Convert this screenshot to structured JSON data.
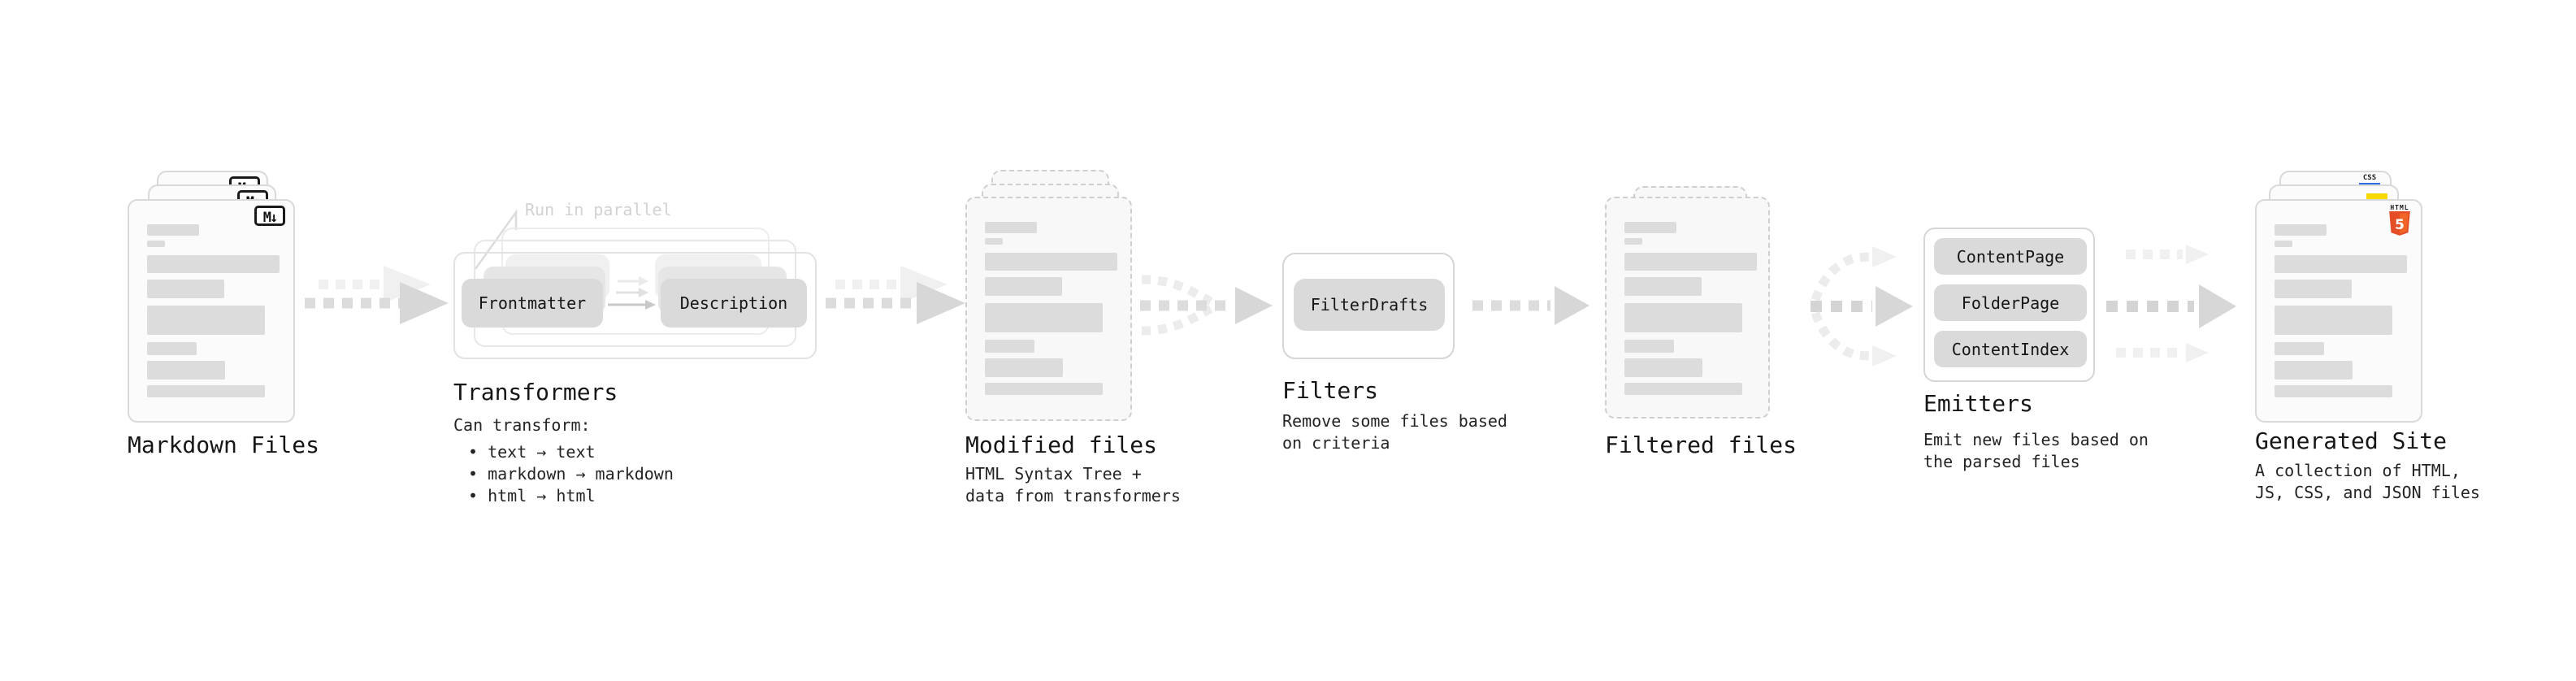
{
  "pipeline": {
    "markdown_files": {
      "heading": "Markdown Files",
      "badge": "M↓"
    },
    "transformers": {
      "heading": "Transformers",
      "annotation": "Run in parallel",
      "node_left": "Frontmatter",
      "node_right": "Description",
      "desc_title": "Can transform:",
      "bullets": [
        "• text → text",
        "• markdown → markdown",
        "• html → html"
      ]
    },
    "modified_files": {
      "heading": "Modified files",
      "desc": [
        "HTML Syntax Tree +",
        "data from transformers"
      ]
    },
    "filters": {
      "heading": "Filters",
      "node": "FilterDrafts",
      "desc": [
        "Remove some files based",
        "on criteria"
      ]
    },
    "filtered_files": {
      "heading": "Filtered files"
    },
    "emitters": {
      "heading": "Emitters",
      "nodes": [
        "ContentPage",
        "FolderPage",
        "ContentIndex"
      ],
      "desc": [
        "Emit new files based on",
        "the parsed files"
      ]
    },
    "generated_site": {
      "heading": "Generated Site",
      "desc": [
        "A collection of HTML,",
        "JS, CSS, and JSON files"
      ],
      "css_label": "CSS",
      "html_label": "HTML",
      "html_number": "5"
    }
  },
  "colors": {
    "html5-orange": "#e44d26",
    "html5-orange-light": "#f16529",
    "js-yellow": "#f7d800",
    "css-blue": "#2b6ce6"
  },
  "file_card_lines": [
    {
      "w": 64,
      "h": 14,
      "mt": 0
    },
    {
      "w": 22,
      "h": 8,
      "mt": 6
    },
    {
      "w": 163,
      "h": 22,
      "mt": 10
    },
    {
      "w": 95,
      "h": 23,
      "mt": 8
    },
    {
      "w": 145,
      "h": 36,
      "mt": 9
    },
    {
      "w": 61,
      "h": 16,
      "mt": 9
    },
    {
      "w": 96,
      "h": 23,
      "mt": 7
    },
    {
      "w": 145,
      "h": 15,
      "mt": 7
    }
  ]
}
